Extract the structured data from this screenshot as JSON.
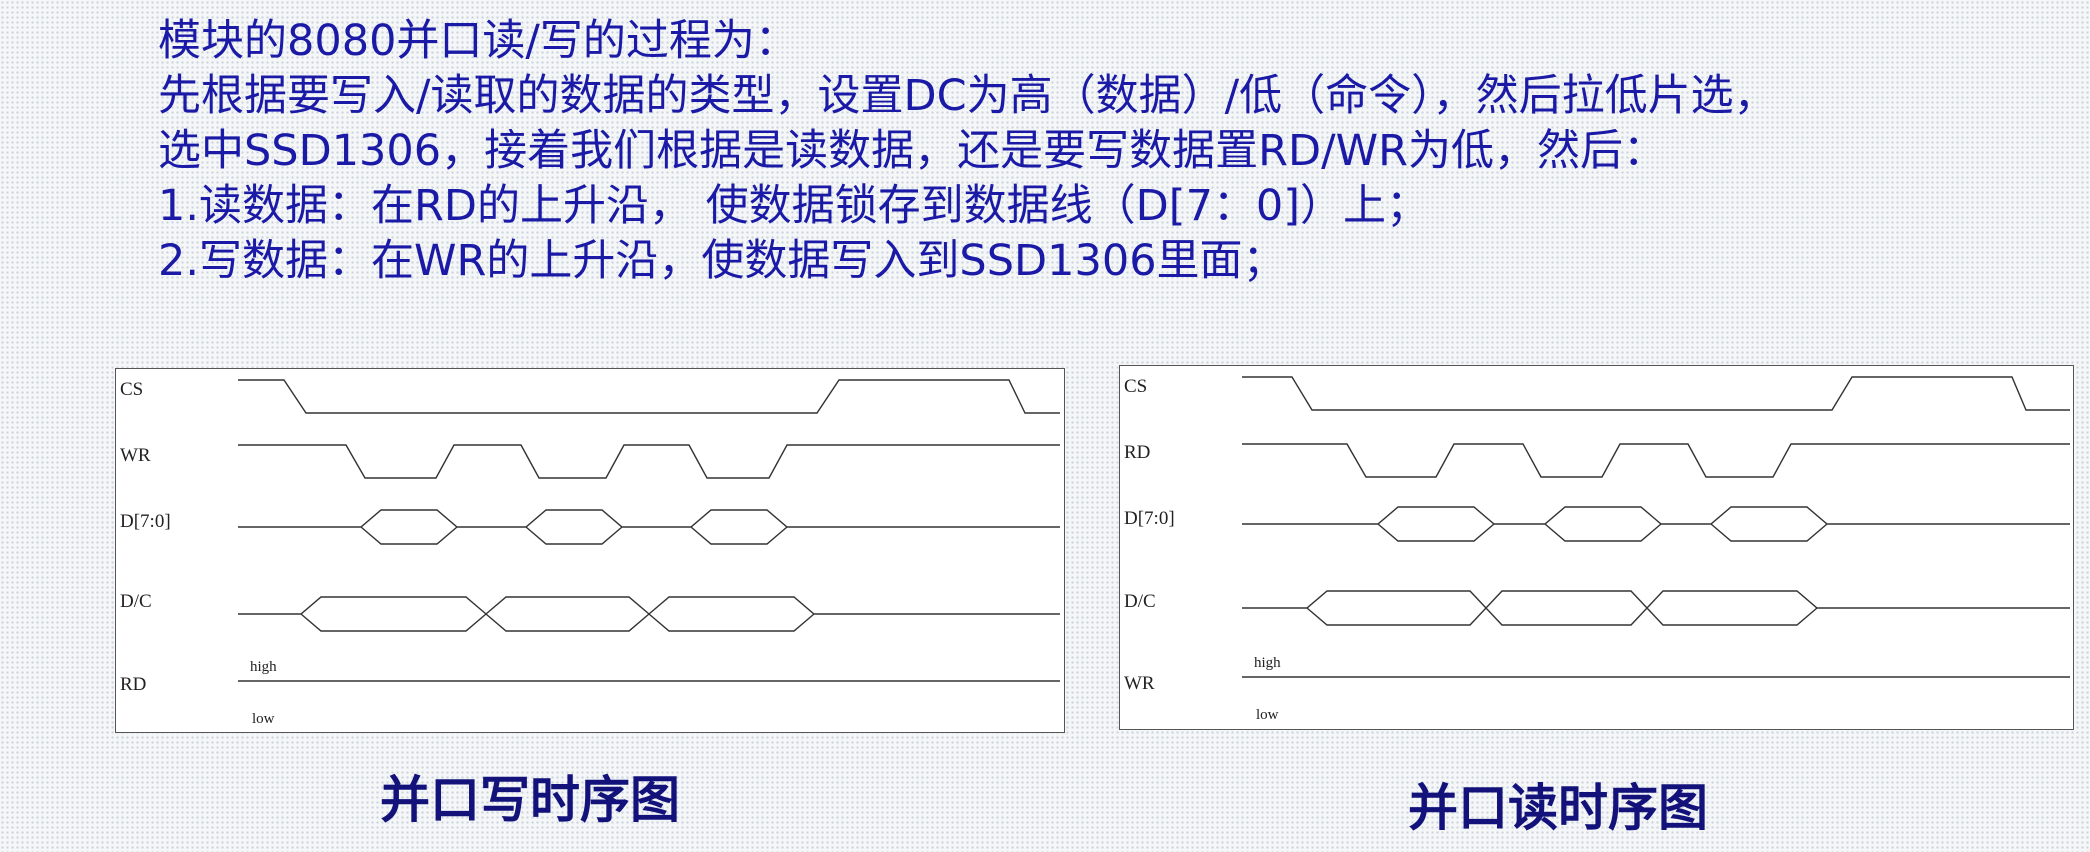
{
  "intro": {
    "lines": [
      "模块的8080并口读/写的过程为：",
      "先根据要写入/读取的数据的类型，设置DC为高（数据）/低（命令），然后拉低片选，",
      "选中SSD1306，接着我们根据是读数据，还是要写数据置RD/WR为低，然后：",
      "1.读数据：在RD的上升沿， 使数据锁存到数据线（D[7：0]）上；",
      "2.写数据：在WR的上升沿，使数据写入到SSD1306里面；"
    ]
  },
  "write_diagram": {
    "caption": "并口写时序图",
    "signals": [
      "CS",
      "WR",
      "D[7:0]",
      "D/C",
      "RD"
    ],
    "level_labels": {
      "high": "high",
      "low": "low"
    }
  },
  "read_diagram": {
    "caption": "并口读时序图",
    "signals": [
      "CS",
      "RD",
      "D[7:0]",
      "D/C",
      "WR"
    ],
    "level_labels": {
      "high": "high",
      "low": "low"
    }
  },
  "colors": {
    "text": "#1a1aa6",
    "caption": "#12127a",
    "waveform": "#333333",
    "panel_background": "#ffffff"
  }
}
